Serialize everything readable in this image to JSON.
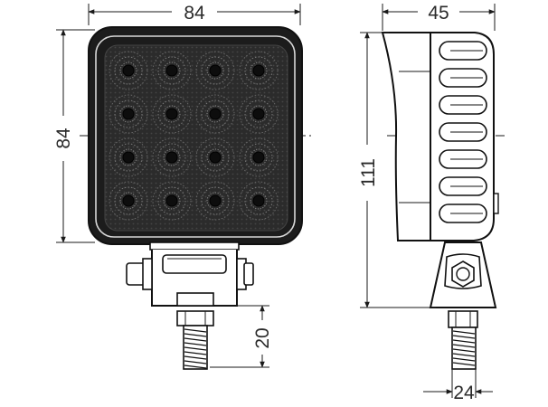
{
  "dimensions": {
    "front_width": "84",
    "front_height": "84",
    "bracket_offset": "20",
    "side_depth": "45",
    "side_height": "111",
    "mount_width": "24"
  },
  "led_grid": {
    "rows": 4,
    "cols": 4
  },
  "side_fins": 7,
  "colors": {
    "line": "#111111",
    "housing": "#1c1c1c",
    "lens": "#2b2b2b",
    "led": "#0d0d0d"
  }
}
